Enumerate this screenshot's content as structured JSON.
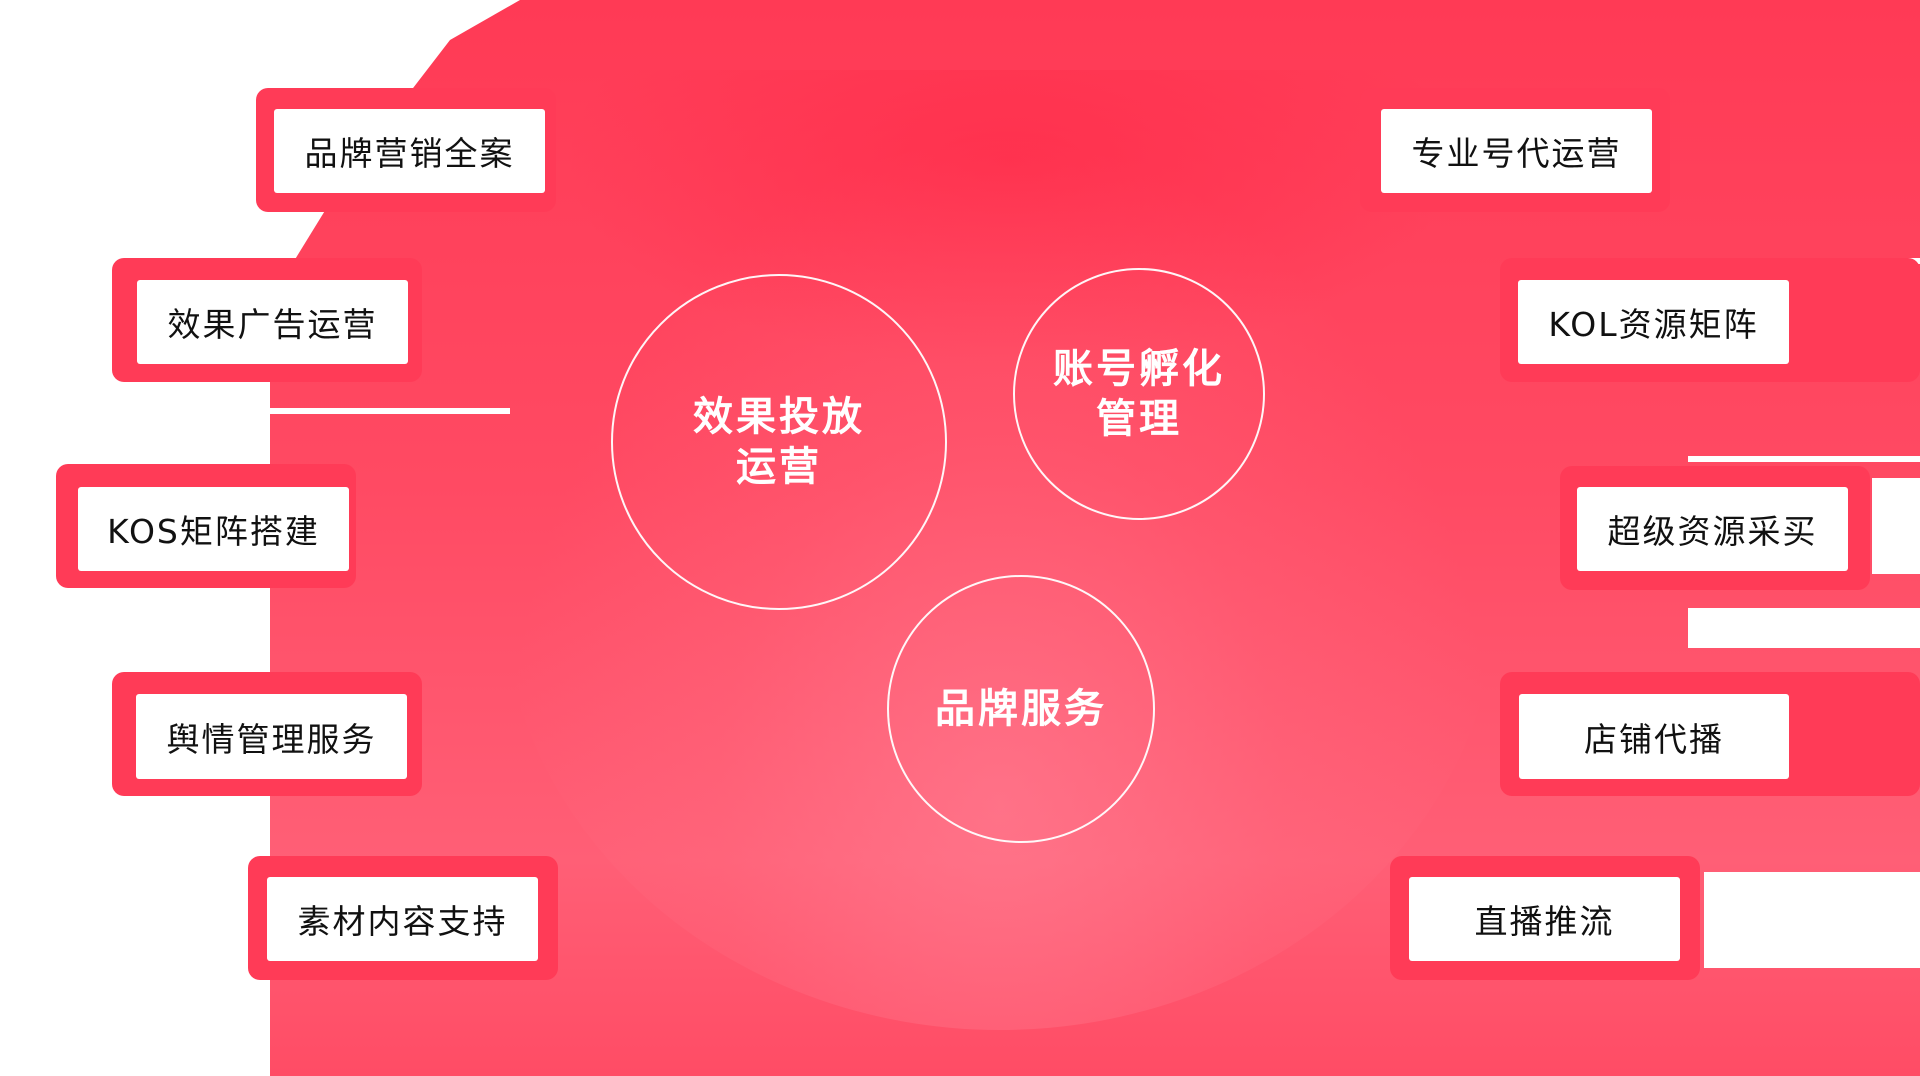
{
  "colors": {
    "primary_red": "#ff3b57",
    "gradient_light": "#ff6f84",
    "tag_background": "#ffffff",
    "tag_text": "#111111",
    "circle_text": "#ffffff"
  },
  "core_services": [
    {
      "lines": [
        "效果投放",
        "运营"
      ]
    },
    {
      "lines": [
        "账号孵化",
        "管理"
      ]
    },
    {
      "lines": [
        "品牌服务"
      ]
    }
  ],
  "left_tags": [
    {
      "label": "品牌营销全案"
    },
    {
      "label": "效果广告运营"
    },
    {
      "label": "KOS矩阵搭建"
    },
    {
      "label": "舆情管理服务"
    },
    {
      "label": "素材内容支持"
    }
  ],
  "right_tags": [
    {
      "label": "专业号代运营"
    },
    {
      "label": "KOL资源矩阵"
    },
    {
      "label": "超级资源采买"
    },
    {
      "label": "店铺代播"
    },
    {
      "label": "直播推流"
    }
  ]
}
